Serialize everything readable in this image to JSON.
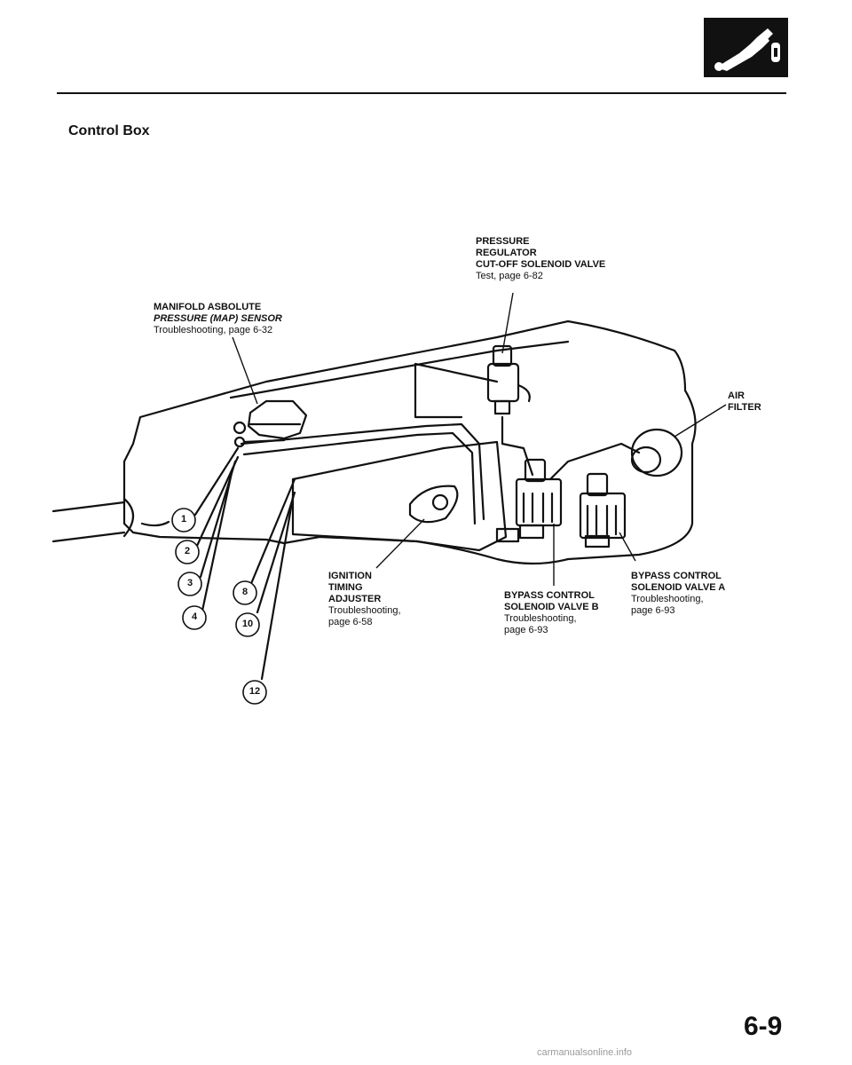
{
  "section_title": "Control Box",
  "page_number": "6-9",
  "watermark": "carmanualsonline.info",
  "icon": "fuel-pump-icon",
  "labels": {
    "pressure_regulator": {
      "line1": "PRESSURE",
      "line2": "REGULATOR",
      "line3": "CUT-OFF SOLENOID VALVE",
      "ref": "Test, page 6-82"
    },
    "map_sensor": {
      "line1": "MANIFOLD ASBOLUTE",
      "line2": "PRESSURE (MAP) SENSOR",
      "ref": "Troubleshooting, page 6-32"
    },
    "air_filter": {
      "line1": "AIR",
      "line2": "FILTER"
    },
    "ignition_timing": {
      "line1": "IGNITION",
      "line2": "TIMING",
      "line3": "ADJUSTER",
      "ref1": "Troubleshooting,",
      "ref2": "page 6-58"
    },
    "bypass_b": {
      "line1": "BYPASS CONTROL",
      "line2": "SOLENOID VALVE B",
      "ref1": "Troubleshooting,",
      "ref2": "page 6-93"
    },
    "bypass_a": {
      "line1": "BYPASS CONTROL",
      "line2": "SOLENOID VALVE A",
      "ref1": "Troubleshooting,",
      "ref2": "page 6-93"
    }
  },
  "callouts": [
    "1",
    "2",
    "3",
    "4",
    "8",
    "10",
    "12"
  ]
}
